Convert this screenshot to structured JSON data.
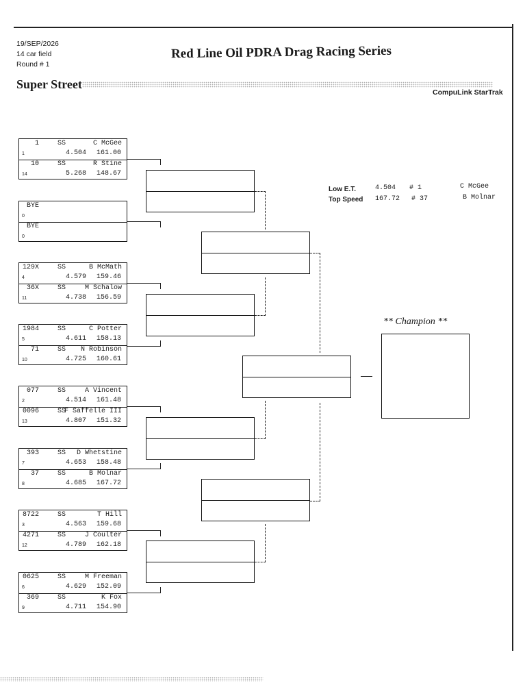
{
  "header": {
    "date": "19/SEP/2026",
    "field": "14 car field",
    "round": "Round # 1",
    "title": "Red Line Oil PDRA Drag Racing Series",
    "class_name": "Super Street",
    "brand": "CompuLink StarTrak"
  },
  "stats": {
    "low_et_label": "Low  E.T.",
    "low_et_value": "4.504",
    "low_et_car": "# 1",
    "low_et_driver": "C McGee",
    "top_speed_label": "Top Speed",
    "top_speed_value": "167.72",
    "top_speed_car": "# 37",
    "top_speed_driver": "B Molnar"
  },
  "champion_label": "** Champion **",
  "pairs": [
    {
      "top": {
        "car": "1",
        "cls": "SS",
        "driver": "C McGee",
        "et": "4.504",
        "mph": "161.00",
        "seed": "1"
      },
      "bot": {
        "car": "10",
        "cls": "SS",
        "driver": "R Stine",
        "et": "5.268",
        "mph": "148.67",
        "seed": "14"
      }
    },
    {
      "top": {
        "car": "BYE",
        "cls": "",
        "driver": "",
        "et": "",
        "mph": "",
        "seed": "0"
      },
      "bot": {
        "car": "BYE",
        "cls": "",
        "driver": "",
        "et": "",
        "mph": "",
        "seed": "0"
      }
    },
    {
      "top": {
        "car": "129X",
        "cls": "SS",
        "driver": "B McMath",
        "et": "4.579",
        "mph": "159.46",
        "seed": "4"
      },
      "bot": {
        "car": "36X",
        "cls": "SS",
        "driver": "M Schalow",
        "et": "4.738",
        "mph": "156.59",
        "seed": "11"
      }
    },
    {
      "top": {
        "car": "1984",
        "cls": "SS",
        "driver": "C Potter",
        "et": "4.611",
        "mph": "158.13",
        "seed": "5"
      },
      "bot": {
        "car": "71",
        "cls": "SS",
        "driver": "N Robinson",
        "et": "4.725",
        "mph": "160.61",
        "seed": "10"
      }
    },
    {
      "top": {
        "car": "077",
        "cls": "SS",
        "driver": "A Vincent",
        "et": "4.514",
        "mph": "161.48",
        "seed": "2"
      },
      "bot": {
        "car": "0096",
        "cls": "SS",
        "driver": "F Saffelle III",
        "et": "4.807",
        "mph": "151.32",
        "seed": "13"
      }
    },
    {
      "top": {
        "car": "393",
        "cls": "SS",
        "driver": "D Whetstine",
        "et": "4.653",
        "mph": "158.48",
        "seed": "7"
      },
      "bot": {
        "car": "37",
        "cls": "SS",
        "driver": "B Molnar",
        "et": "4.685",
        "mph": "167.72",
        "seed": "8"
      }
    },
    {
      "top": {
        "car": "8722",
        "cls": "SS",
        "driver": "T Hill",
        "et": "4.563",
        "mph": "159.68",
        "seed": "3"
      },
      "bot": {
        "car": "4271",
        "cls": "SS",
        "driver": "J Coulter",
        "et": "4.789",
        "mph": "162.18",
        "seed": "12"
      }
    },
    {
      "top": {
        "car": "0625",
        "cls": "SS",
        "driver": "M Freeman",
        "et": "4.629",
        "mph": "152.09",
        "seed": "6"
      },
      "bot": {
        "car": "369",
        "cls": "SS",
        "driver": "K Fox",
        "et": "4.711",
        "mph": "154.90",
        "seed": "9"
      }
    }
  ]
}
